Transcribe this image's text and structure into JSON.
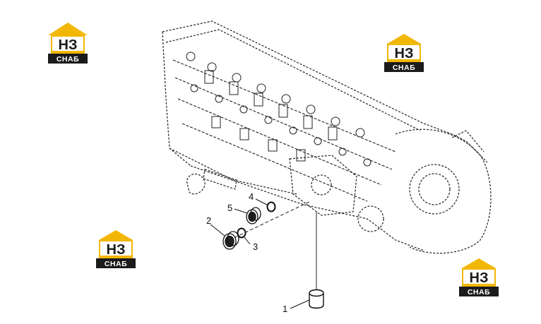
{
  "diagram": {
    "callouts": [
      {
        "id": "1",
        "label": "1"
      },
      {
        "id": "2",
        "label": "2"
      },
      {
        "id": "3",
        "label": "3"
      },
      {
        "id": "4",
        "label": "4"
      },
      {
        "id": "5",
        "label": "5"
      }
    ]
  },
  "watermark": {
    "letters": "НЗ",
    "sub": "СНАБ",
    "colors": {
      "roof": "#f2b705",
      "body": "#1b1b1b",
      "text": "#ffffff"
    }
  }
}
